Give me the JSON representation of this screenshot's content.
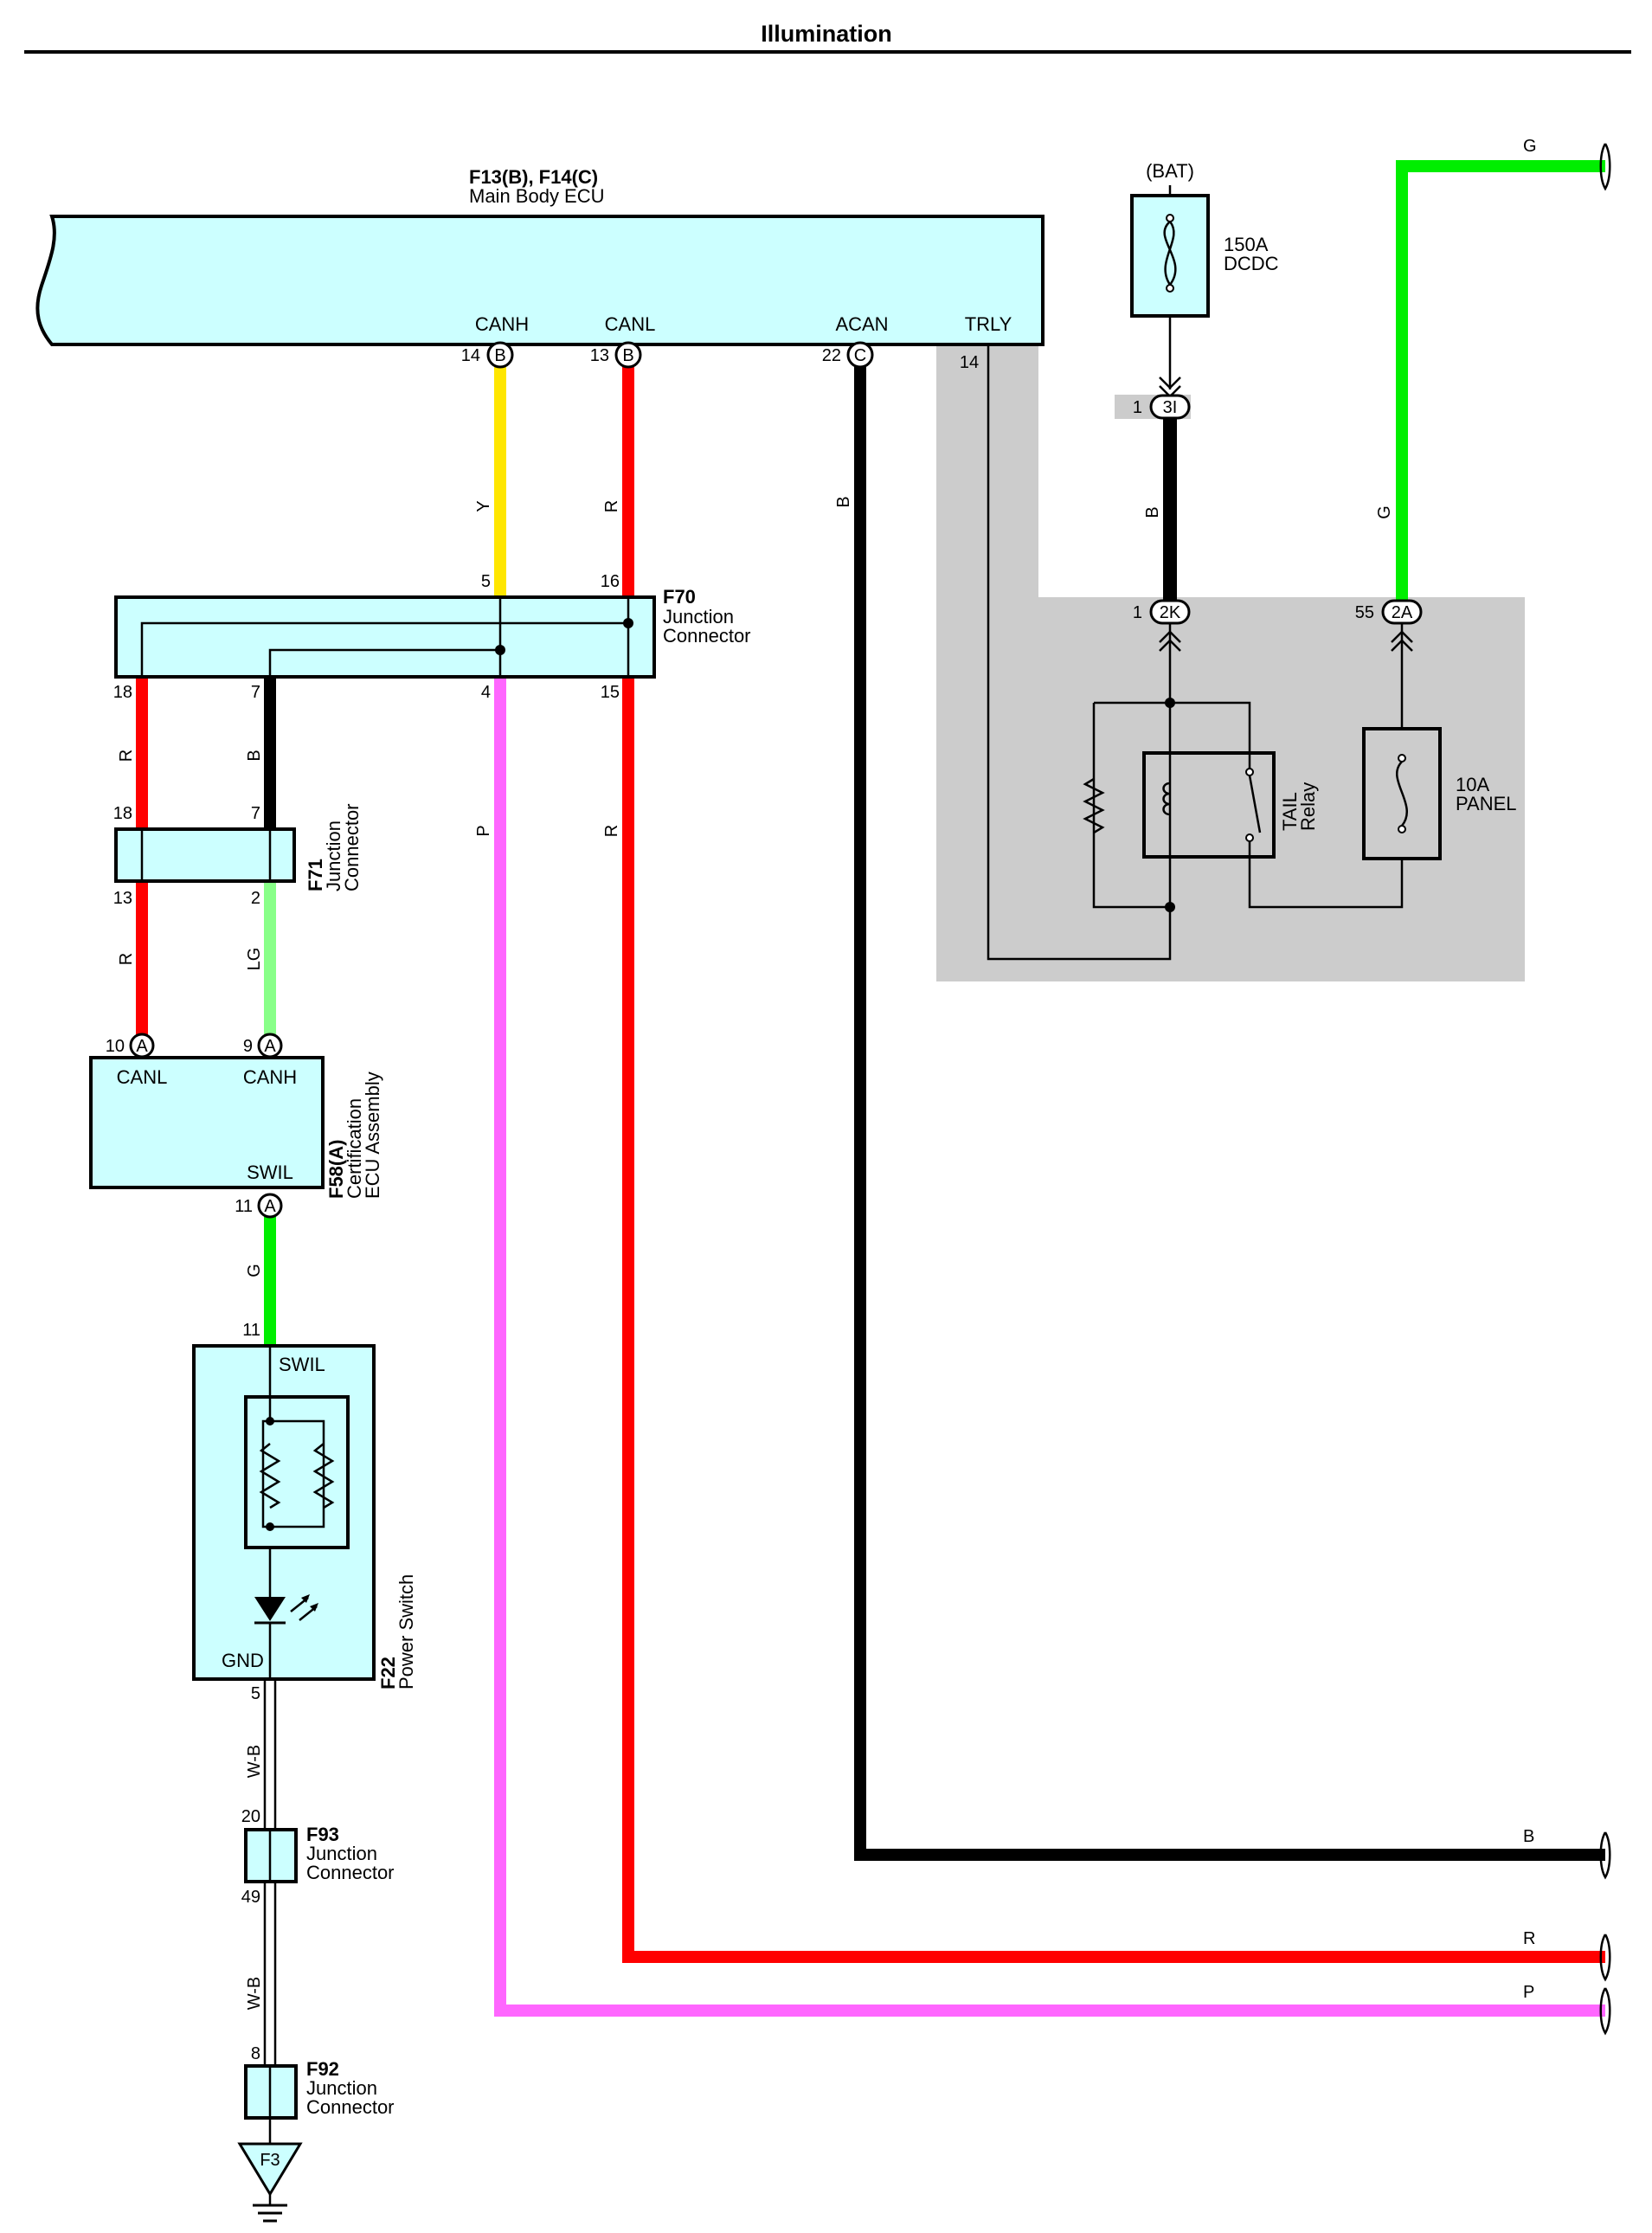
{
  "title": "Illumination",
  "colors": {
    "ecu_fill": "#ccffff",
    "shade": "#cccccc",
    "wire_R": "#ff0000",
    "wire_Y": "#ffe600",
    "wire_P": "#ff66ff",
    "wire_B": "#000000",
    "wire_G": "#00ee00",
    "wire_LG": "#88ff88"
  },
  "components": {
    "main_ecu": {
      "code": "F13(B), F14(C)",
      "name": "Main Body ECU",
      "pins": {
        "canh": "CANH",
        "canl": "CANL",
        "acan": "ACAN",
        "trly": "TRLY"
      }
    },
    "f70": {
      "code": "F70",
      "name1": "Junction",
      "name2": "Connector"
    },
    "f71": {
      "code": "F71",
      "name1": "Junction",
      "name2": "Connector"
    },
    "f58": {
      "code": "F58(A)",
      "name1": "Certification",
      "name2": "ECU Assembly",
      "pins": {
        "canl": "CANL",
        "canh": "CANH",
        "swil": "SWIL"
      }
    },
    "f22": {
      "code": "F22",
      "name": "Power Switch",
      "pins": {
        "swil": "SWIL",
        "gnd": "GND"
      }
    },
    "f93": {
      "code": "F93",
      "name1": "Junction",
      "name2": "Connector"
    },
    "f92": {
      "code": "F92",
      "name1": "Junction",
      "name2": "Connector"
    },
    "ground": "F3",
    "bat": "(BAT)",
    "fuse_dcdc": {
      "rating": "150A",
      "name": "DCDC"
    },
    "fuse_panel": {
      "rating": "10A",
      "name": "PANEL"
    },
    "relay": {
      "name1": "TAIL",
      "name2": "Relay"
    }
  },
  "pins": {
    "ecu_canh_num": "14",
    "ecu_canh_conn": "B",
    "ecu_canl_num": "13",
    "ecu_canl_conn": "B",
    "ecu_acan_num": "22",
    "ecu_acan_conn": "C",
    "ecu_trly_num": "14",
    "f70_5": "5",
    "f70_16": "16",
    "f70_4": "4",
    "f70_15": "15",
    "f70_18": "18",
    "f70_7": "7",
    "f71_18": "18",
    "f71_7": "7",
    "f71_13": "13",
    "f71_2": "2",
    "f58_10": "10",
    "f58_9": "9",
    "f58_11": "11",
    "f58_conn": "A",
    "f22_11": "11",
    "f22_5": "5",
    "f93_20": "20",
    "f93_49": "49",
    "f92_8": "8",
    "jb_1_3i_num": "1",
    "jb_3i": "3I",
    "jb_1_2k_num": "1",
    "jb_2k": "2K",
    "jb_55_num": "55",
    "jb_2a": "2A"
  },
  "wires": {
    "canh_y": "Y",
    "canl_r": "R",
    "acan_b": "B",
    "bat_b": "B",
    "panel_g": "G",
    "f70_r": "R",
    "f70_b": "B",
    "f70_p": "P",
    "f70_r2": "R",
    "f71_r": "R",
    "f71_lg": "LG",
    "f58_g": "G",
    "gnd_wb1": "W-B",
    "gnd_wb2": "W-B",
    "out_g": "G",
    "out_b": "B",
    "out_r": "R",
    "out_p": "P"
  }
}
